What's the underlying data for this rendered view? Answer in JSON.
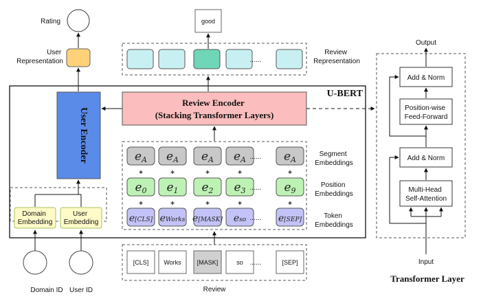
{
  "title": "U-BERT",
  "rating_label": "Rating",
  "user_representation_label": "User Representation",
  "user_representation_lines": [
    "User",
    "Representation"
  ],
  "user_encoder_label": "User Encoder",
  "domain_embedding_lines": [
    "Domain",
    "Embedding"
  ],
  "user_embedding_lines": [
    "User",
    "Embedding"
  ],
  "domain_id_label": "Domain ID",
  "user_id_label": "User ID",
  "output_token": "good",
  "review_representation_lines": [
    "Review",
    "Representation"
  ],
  "review_encoder_lines": [
    "Review Encoder",
    "(Stacking Transformer Layers)"
  ],
  "segment_embeddings_lines": [
    "Segment",
    "Embeddings"
  ],
  "position_embeddings_lines": [
    "Position",
    "Embeddings"
  ],
  "token_embeddings_lines": [
    "Token",
    "Embeddings"
  ],
  "segment_tokens": [
    {
      "base": "e",
      "sub": "A"
    },
    {
      "base": "e",
      "sub": "A"
    },
    {
      "base": "e",
      "sub": "A"
    },
    {
      "base": "e",
      "sub": "A"
    },
    {
      "base": "e",
      "sub": "A"
    }
  ],
  "position_tokens": [
    {
      "base": "e",
      "sub": "0"
    },
    {
      "base": "e",
      "sub": "1"
    },
    {
      "base": "e",
      "sub": "2"
    },
    {
      "base": "e",
      "sub": "3"
    },
    {
      "base": "e",
      "sub": "9"
    }
  ],
  "token_tokens": [
    {
      "base": "e",
      "sub": "[CLS]"
    },
    {
      "base": "e",
      "sub": "Works"
    },
    {
      "base": "e",
      "sub": "[MASK]"
    },
    {
      "base": "e",
      "sub": "so"
    },
    {
      "base": "e",
      "sub": "[SEP]"
    }
  ],
  "review_words": [
    "[CLS]",
    "Works",
    "[MASK]",
    "so",
    "[SEP]"
  ],
  "review_label": "Review",
  "dots": "......",
  "plus": "+",
  "transformer": {
    "output_label": "Output",
    "input_label": "Input",
    "add_norm_label": "Add & Norm",
    "ffn_lines": [
      "Position-wise",
      "Feed-Forward"
    ],
    "attention_lines": [
      "Multi-Head",
      "Self-Attention"
    ],
    "caption": "Transformer Layer"
  },
  "colors": {
    "user_representation": "#ffd27a",
    "user_encoder": "#5b8be8",
    "domain_user_embedding": "#fffbc8",
    "domain_user_embedding_border": "#a8c060",
    "review_representation": "#c8f0f2",
    "review_highlight": "#6fd6b8",
    "review_encoder": "#fbbdbd",
    "segment": "#c8c8c8",
    "position": "#bdf2b4",
    "token": "#c3c3f7",
    "mask_word": "#d0d0d0"
  }
}
